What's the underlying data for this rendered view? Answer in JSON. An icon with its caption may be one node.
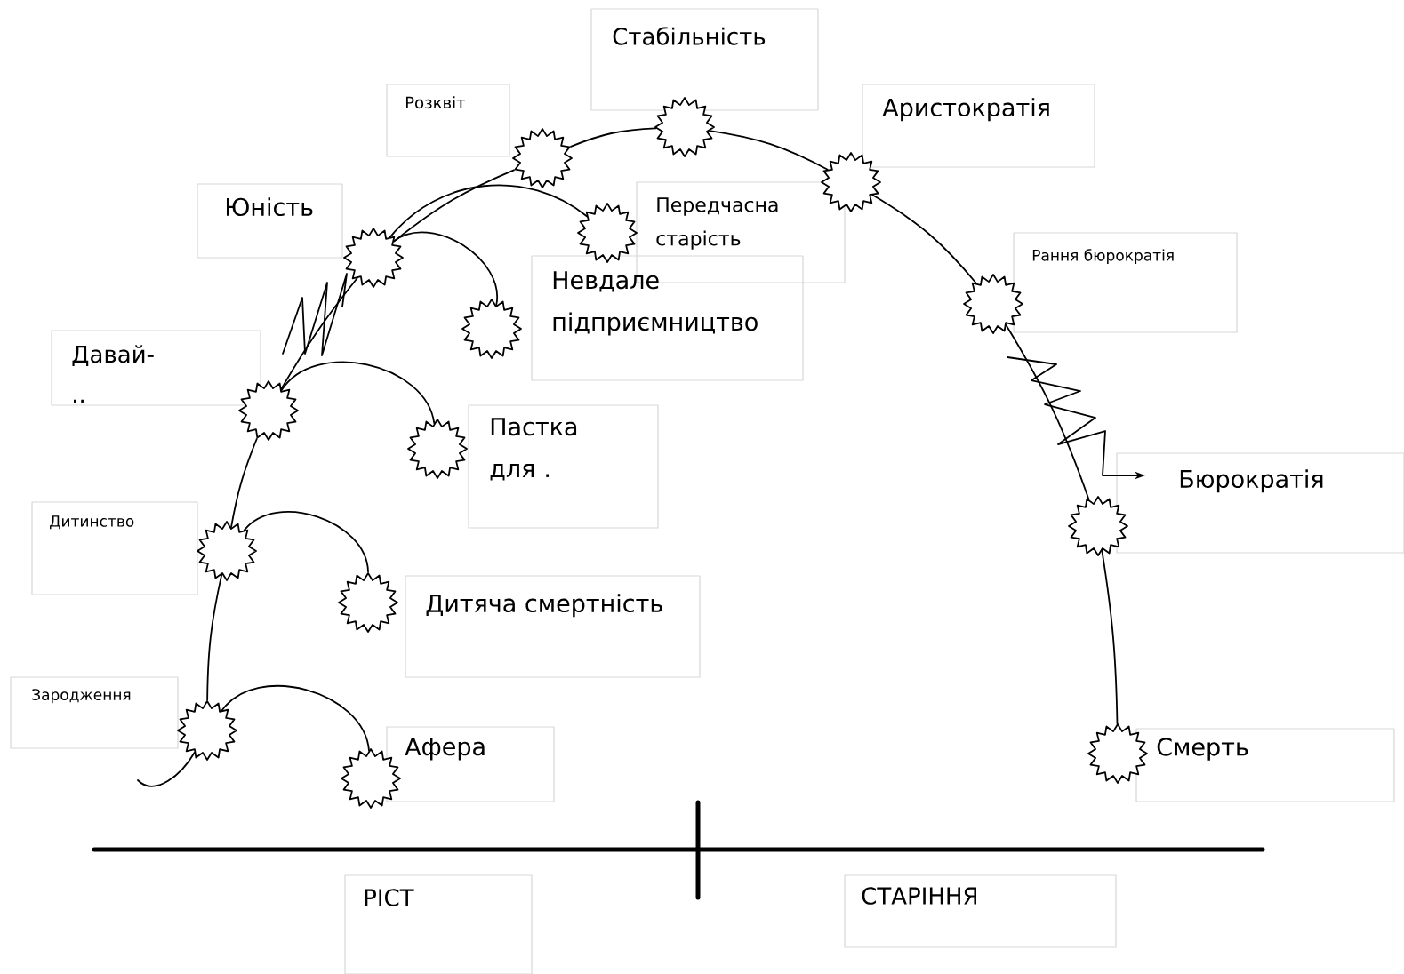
{
  "diagram": {
    "nodes": [
      {
        "text": [
          "Стабільність"
        ]
      },
      {
        "text": [
          "Розквіт"
        ]
      },
      {
        "text": [
          "Аристократія"
        ]
      },
      {
        "text": [
          "Юність"
        ]
      },
      {
        "text": [
          "Передчасна старість"
        ]
      },
      {
        "text": [
          "Невдале підприємництво"
        ]
      },
      {
        "text": [
          "Рання бюрократія"
        ]
      },
      {
        "text": [
          "Давай- .."
        ]
      },
      {
        "text": [
          "Пастка для ."
        ]
      },
      {
        "text": [
          "Дитинство"
        ]
      },
      {
        "text": [
          "Бюрократія"
        ]
      },
      {
        "text": [
          "Дитяча смертність"
        ]
      },
      {
        "text": [
          "Зародження"
        ]
      },
      {
        "text": [
          "Афера"
        ]
      },
      {
        "text": [
          "Смерть"
        ]
      },
      {
        "text": [
          "РІСТ"
        ]
      },
      {
        "text": [
          "СТАРІННЯ"
        ]
      },
      {
        "text": [],
        "shape": "starburst"
      },
      {
        "text": [],
        "shape": "starburst"
      },
      {
        "text": [],
        "shape": "starburst"
      },
      {
        "text": [],
        "shape": "starburst"
      },
      {
        "text": [],
        "shape": "starburst"
      },
      {
        "text": [],
        "shape": "starburst"
      },
      {
        "text": [],
        "shape": "starburst"
      },
      {
        "text": [],
        "shape": "starburst"
      },
      {
        "text": [],
        "shape": "starburst"
      },
      {
        "text": [],
        "shape": "starburst"
      },
      {
        "text": [],
        "shape": "starburst"
      },
      {
        "text": [],
        "shape": "starburst"
      },
      {
        "text": [],
        "shape": "starburst"
      },
      {
        "text": [],
        "shape": "starburst"
      },
      {
        "text": [],
        "shape": "starburst"
      }
    ],
    "edges": [
      {
        "from": null,
        "to": 17,
        "arrow": "none"
      },
      {
        "from": 17,
        "to": 18,
        "arrow": "none"
      },
      {
        "from": 17,
        "to": 19,
        "arrow": "none"
      },
      {
        "from": 19,
        "to": 20,
        "arrow": "none"
      },
      {
        "from": 19,
        "to": 21,
        "arrow": "none"
      },
      {
        "from": 21,
        "to": 22,
        "arrow": "none"
      },
      {
        "from": 21,
        "to": 23,
        "arrow": "none"
      },
      {
        "from": 23,
        "to": 24,
        "arrow": "none"
      },
      {
        "from": 23,
        "to": 25,
        "arrow": "none"
      },
      {
        "from": 23,
        "to": 26,
        "arrow": "none"
      },
      {
        "from": 26,
        "to": 27,
        "arrow": "none"
      },
      {
        "from": 27,
        "to": 28,
        "arrow": "none"
      },
      {
        "from": 28,
        "to": 29,
        "arrow": "none"
      },
      {
        "from": 29,
        "to": 30,
        "arrow": "none"
      },
      {
        "from": 30,
        "to": 31,
        "arrow": "none"
      }
    ]
  }
}
